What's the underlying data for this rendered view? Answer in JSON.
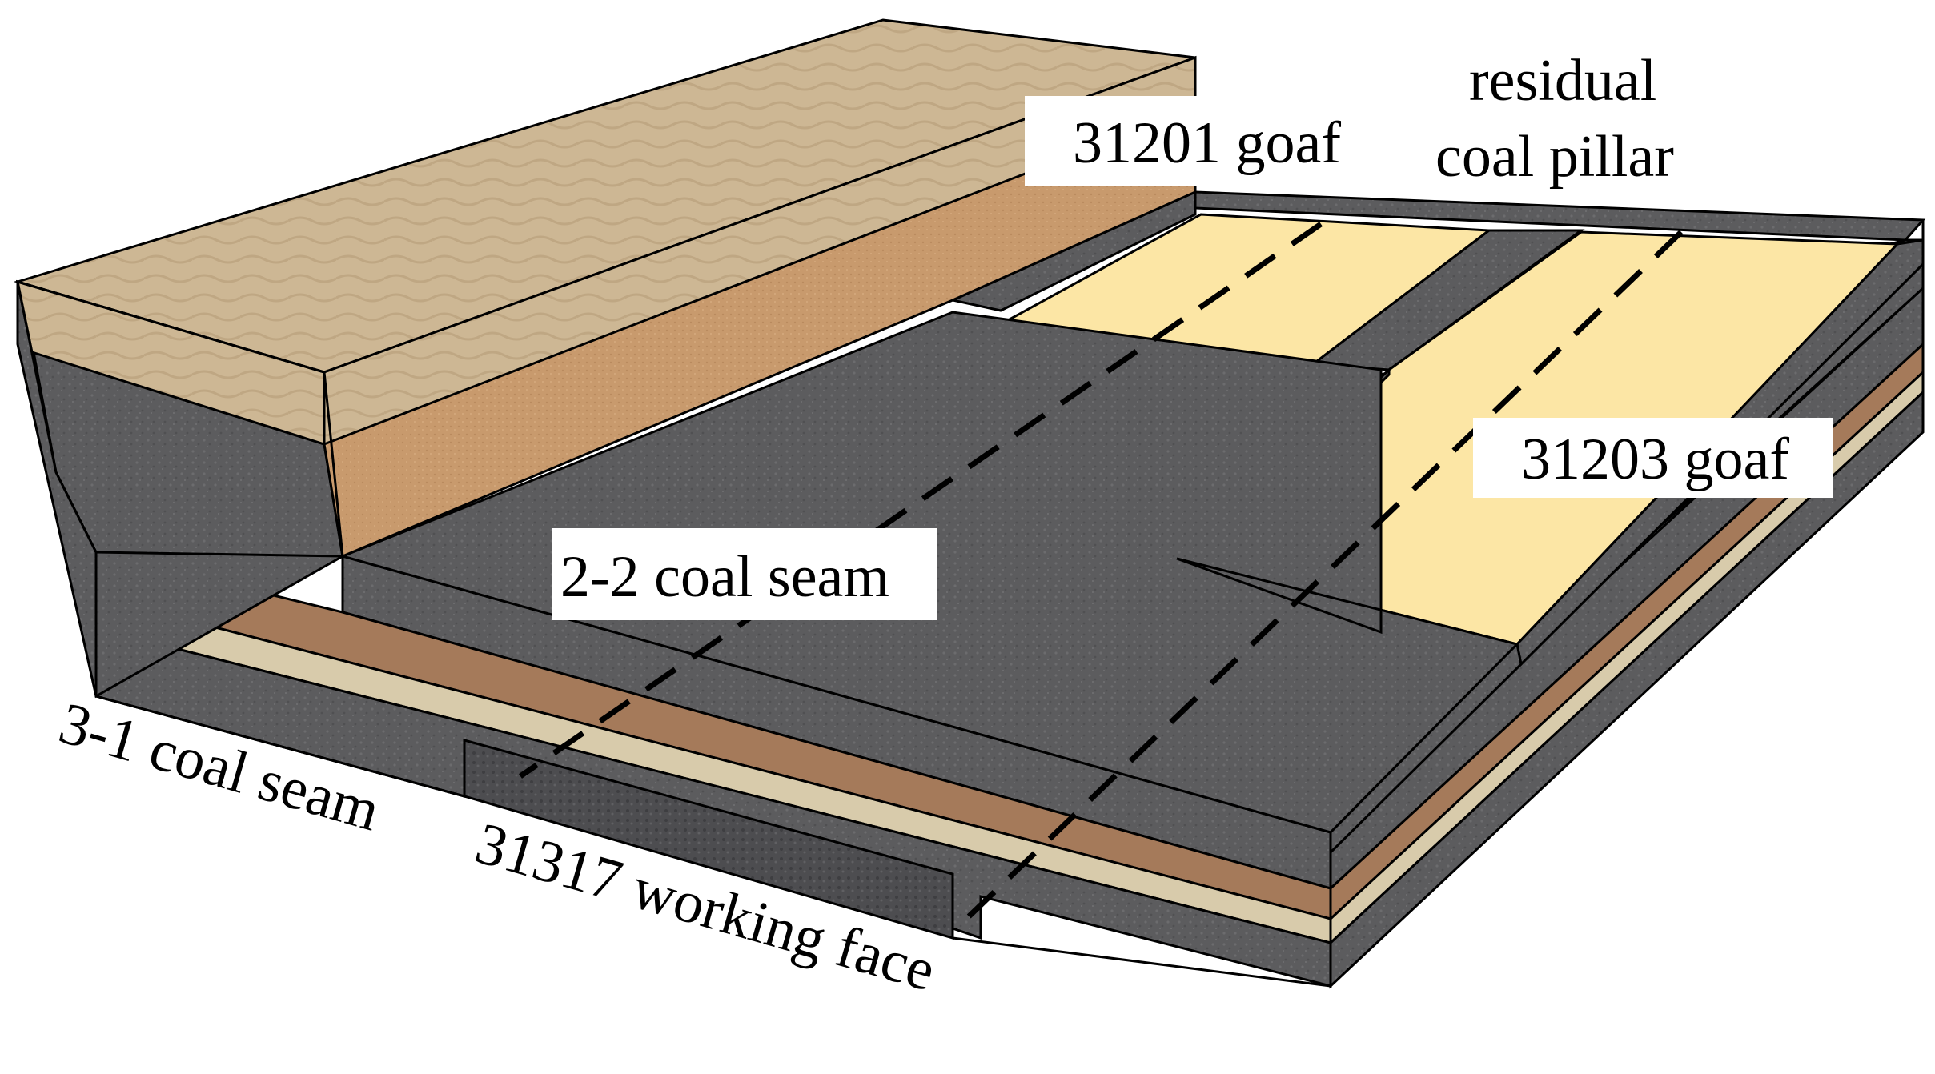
{
  "labels": {
    "goaf_31201": "31201 goaf",
    "residual_line1": "residual",
    "residual_line2": "coal pillar",
    "goaf_31203": "31203 goaf",
    "seam_22": "2-2 coal seam",
    "seam_31": "3-1 coal seam",
    "working_face": "31317 working face"
  },
  "colors": {
    "top_sand": "#cdb794",
    "sandstone_orange": "#c89a6d",
    "coal_gray": "#5c5c5e",
    "coal_gray_dark": "#4a4a4c",
    "brown_layer": "#a57a5a",
    "beige_layer": "#d8cbab",
    "goaf_yellow": "#fce6a5",
    "outline": "#000000"
  }
}
